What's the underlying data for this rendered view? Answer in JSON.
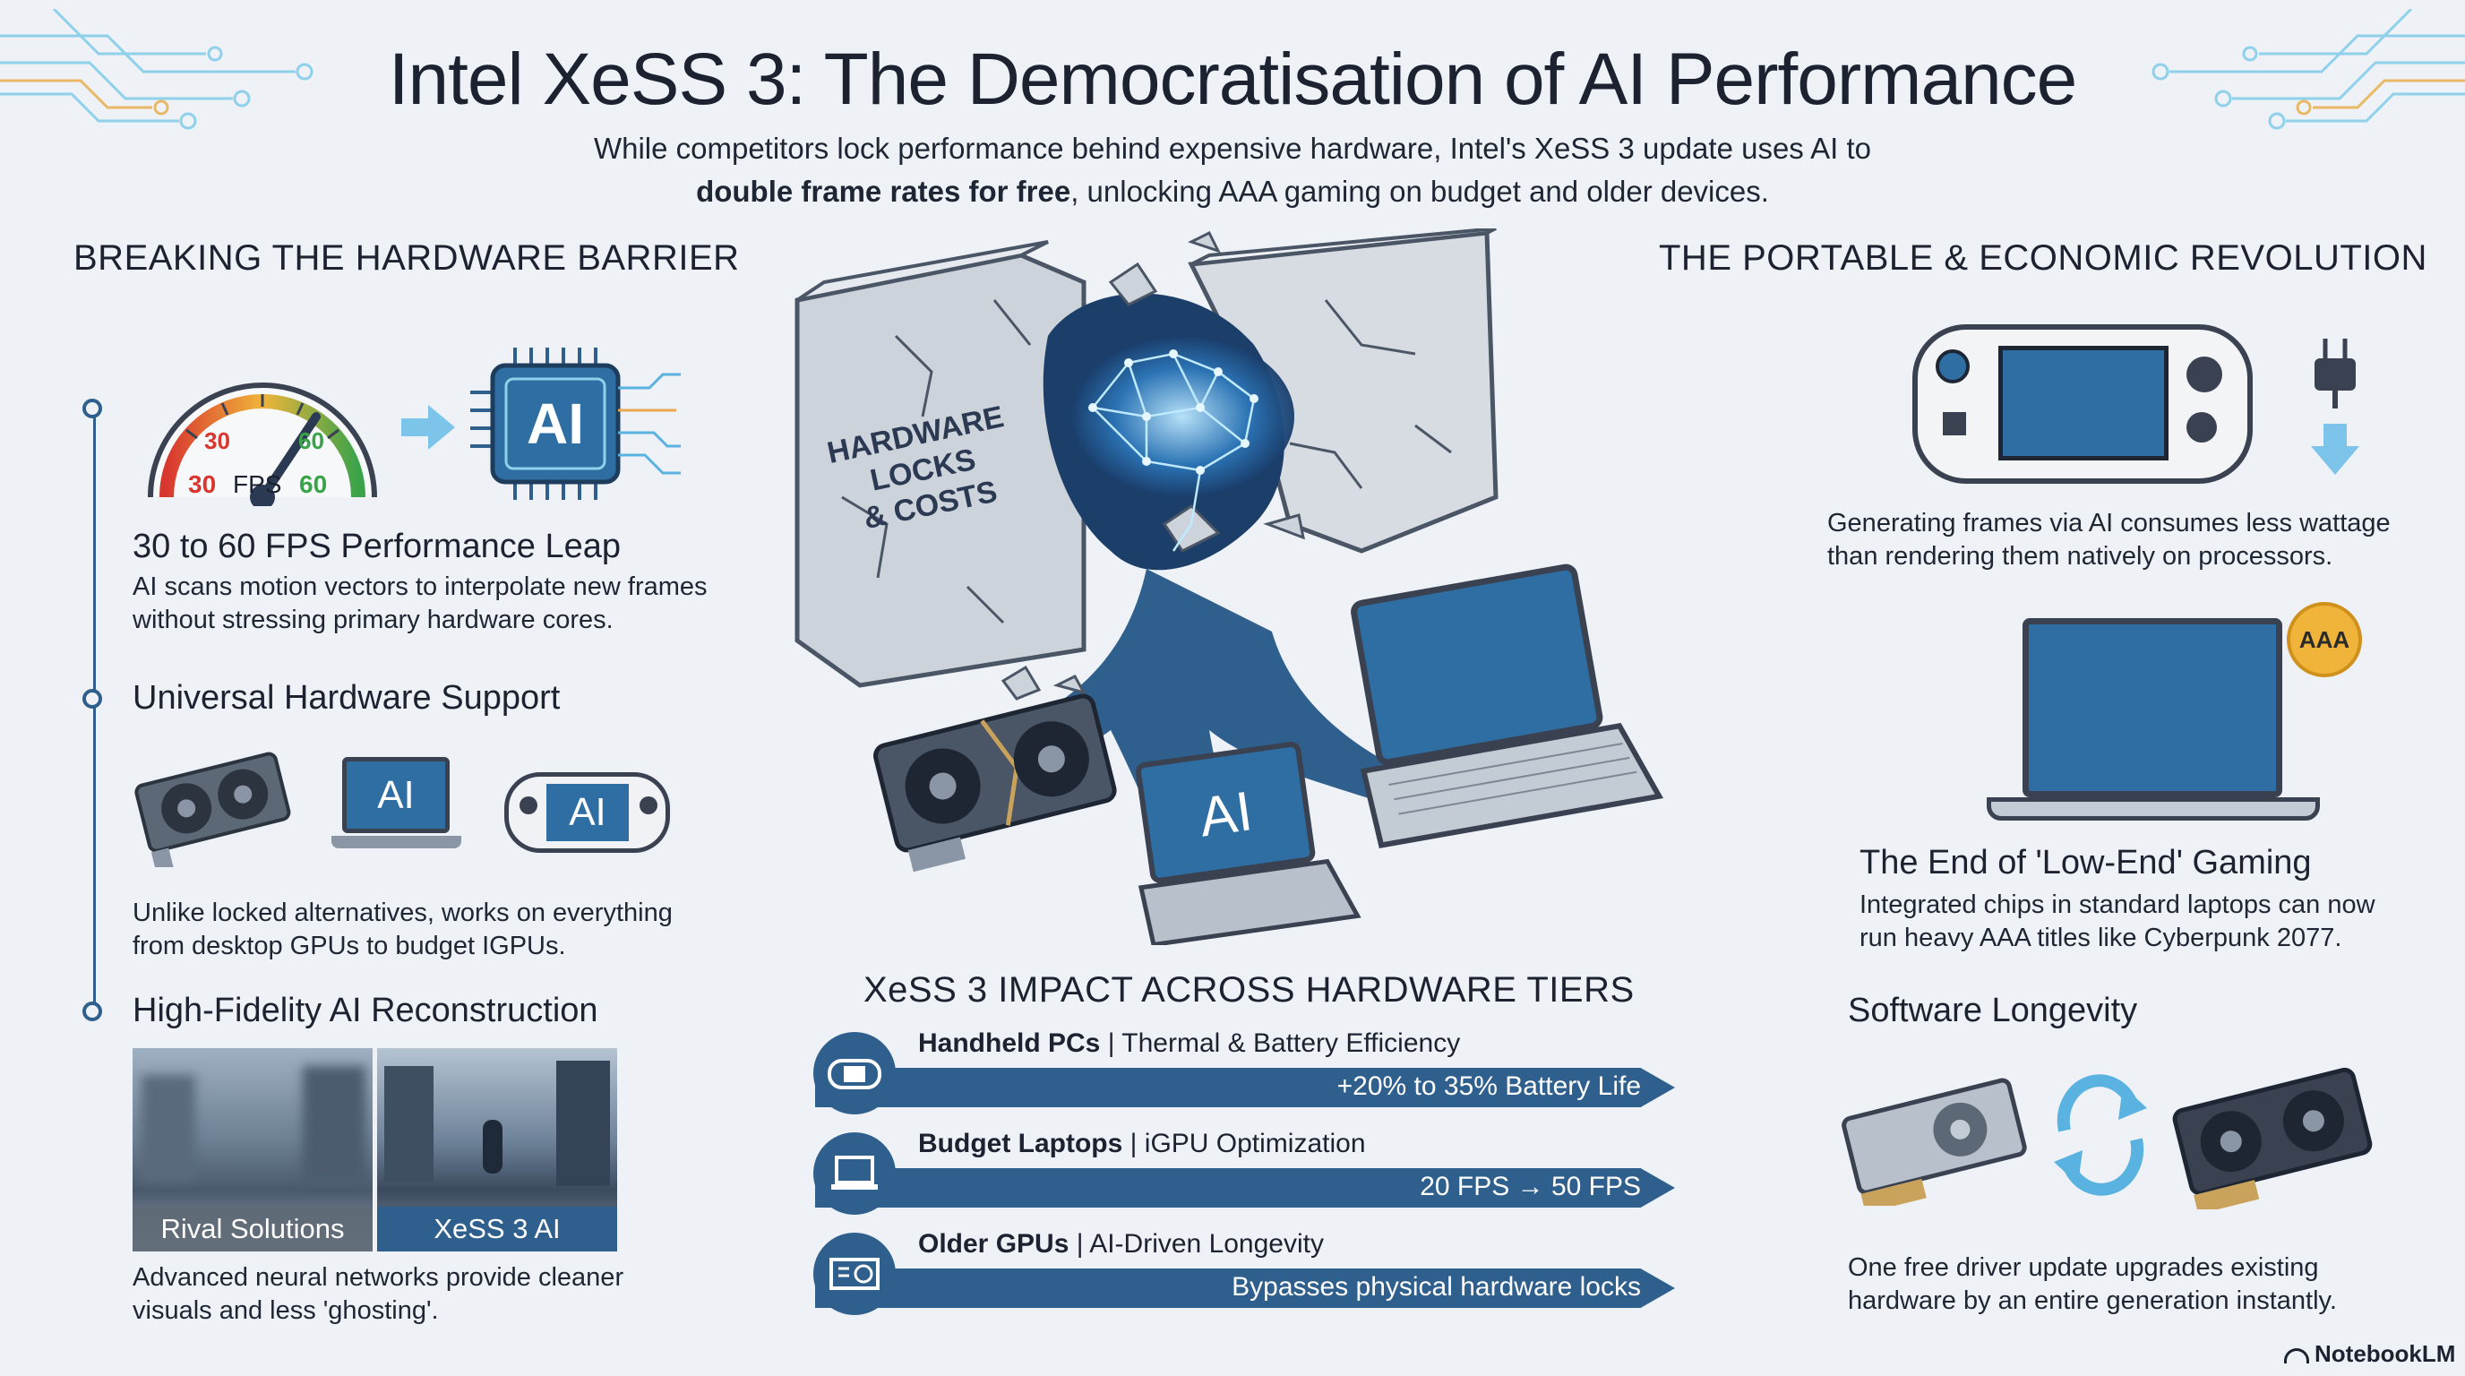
{
  "header": {
    "title": "Intel XeSS 3: The Democratisation of AI Performance",
    "subtitle_line1": "While competitors lock performance behind expensive hardware, Intel's XeSS 3 update uses AI to",
    "subtitle_bold": "double frame rates for free",
    "subtitle_rest": ", unlocking AAA gaming on budget and older devices."
  },
  "left": {
    "heading": "BREAKING THE HARDWARE BARRIER",
    "gauge": {
      "label_30": "30",
      "label_60": "60",
      "label_fps_30": "30",
      "label_fps": "FPS",
      "label_fps_60": "60"
    },
    "chip_label": "AI",
    "items": [
      {
        "title": "30 to 60 FPS Performance Leap",
        "body": [
          "AI scans motion vectors to interpolate new frames",
          "without stressing primary hardware cores."
        ]
      },
      {
        "title": "Universal Hardware Support",
        "body": [
          "Unlike locked alternatives, works on everything",
          "from desktop GPUs to budget IGPUs."
        ]
      },
      {
        "title": "High-Fidelity AI Reconstruction",
        "body": [
          "Advanced neural networks provide cleaner",
          "visuals and less 'ghosting'."
        ]
      }
    ],
    "device_labels": {
      "laptop": "AI",
      "handheld": "AI"
    },
    "compare": {
      "left_caption": "Rival Solutions",
      "right_caption": "XeSS 3 AI"
    }
  },
  "center": {
    "wall_text": [
      "HARDWARE",
      "LOCKS",
      "& COSTS"
    ],
    "laptop_label": "AI",
    "tiers_heading": "XeSS 3 IMPACT ACROSS HARDWARE TIERS",
    "tiers": [
      {
        "name": "Handheld PCs",
        "desc": "Thermal & Battery Efficiency",
        "bar": "+20% to 35% Battery Life",
        "icon": "handheld-icon"
      },
      {
        "name": "Budget Laptops",
        "desc": "iGPU Optimization",
        "bar": "20 FPS → 50 FPS",
        "icon": "laptop-icon"
      },
      {
        "name": "Older GPUs",
        "desc": "AI-Driven Longevity",
        "bar": "Bypasses physical hardware locks",
        "icon": "gpu-icon"
      }
    ]
  },
  "right": {
    "heading": "THE PORTABLE & ECONOMIC REVOLUTION",
    "power_body": [
      "Generating frames via AI consumes less wattage",
      "than rendering them natively on processors."
    ],
    "badge": "AAA",
    "lowend": {
      "title": "The End of 'Low-End' Gaming",
      "body": [
        "Integrated chips in standard laptops can now",
        "run heavy AAA titles like Cyberpunk 2077."
      ]
    },
    "longevity": {
      "title": "Software Longevity",
      "body": [
        "One free driver update upgrades existing",
        "hardware by an entire generation instantly."
      ]
    }
  },
  "footer": {
    "brand": "NotebookLM"
  },
  "colors": {
    "accent": "#2f5f8c",
    "dark": "#1c2230",
    "background": "#eef2f6",
    "glow": "#3fb6ff"
  }
}
